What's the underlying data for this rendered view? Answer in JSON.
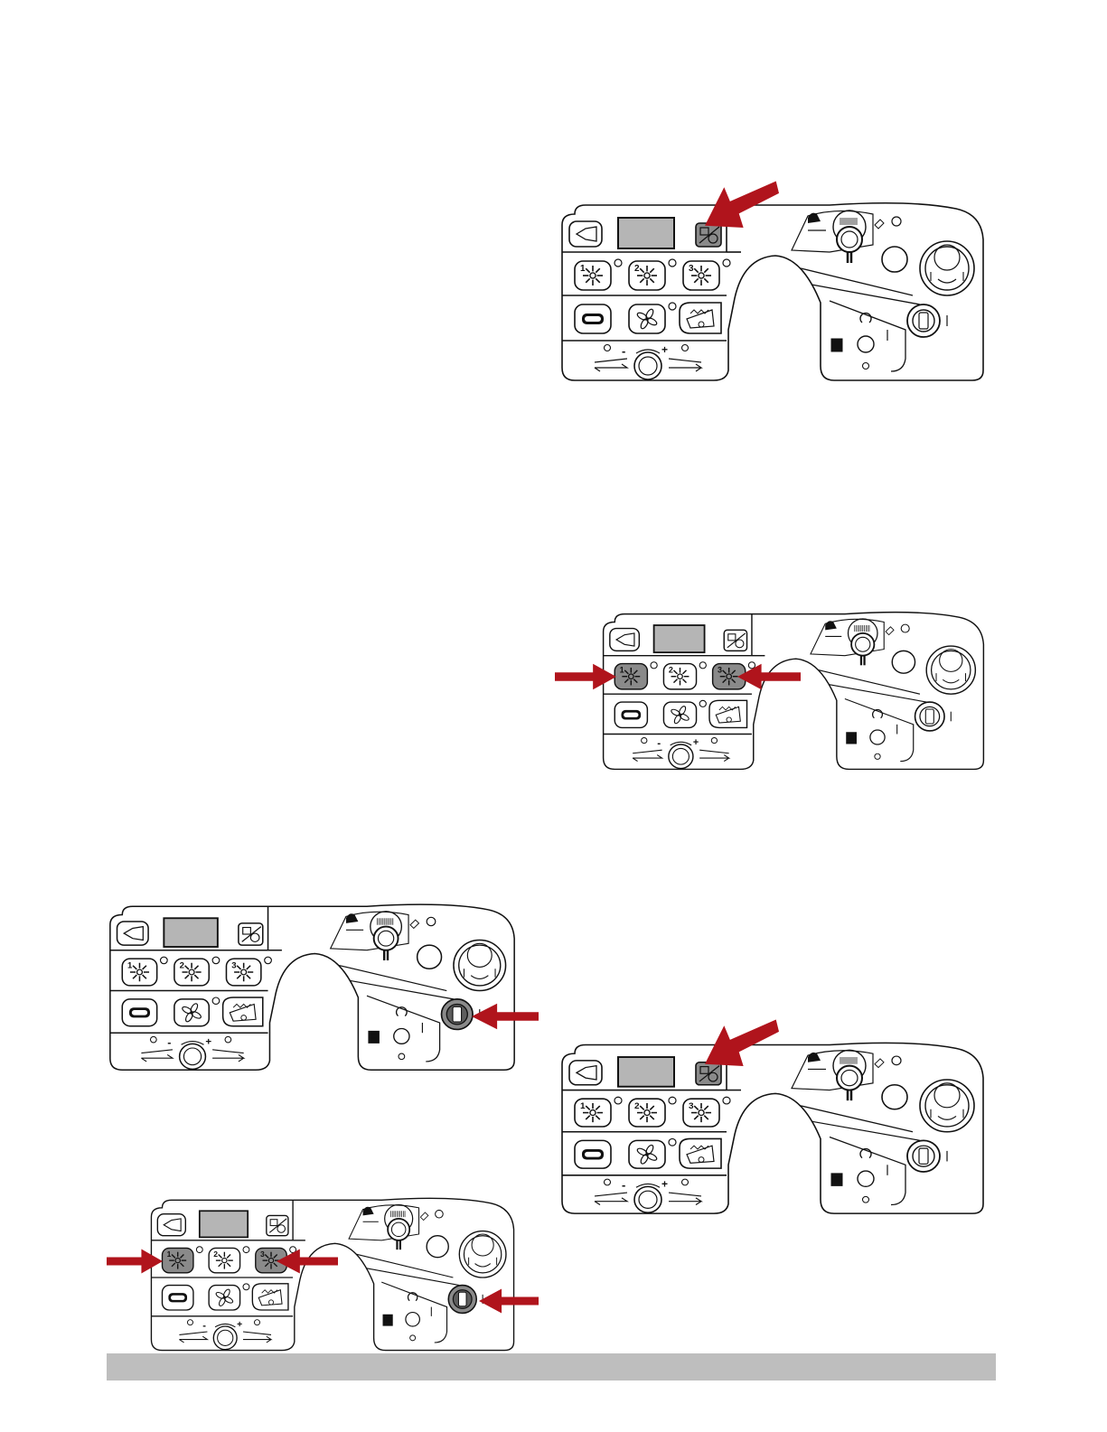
{
  "colors": {
    "arrow": "#b0141c",
    "highlight": "#8a8a8a",
    "display": "#b5b5b5",
    "footer_bar": "#bebebe",
    "line": "#111111"
  },
  "icons": {
    "horn": "horn-icon",
    "display": "lcd-display",
    "settings": "vacuum-delay-icon",
    "brush_pressure": "sun-brush-pressure-icon",
    "squeegee": "squeegee-icon",
    "fan": "vacuum-fan-icon",
    "detergent": "detergent-icon",
    "speed_knob": "speed-control-knob",
    "direction_switch": "direction-switch-icon",
    "key_switch": "key-switch-icon",
    "emergency_stop": "emergency-stop-button",
    "hour_meter": "reset-icon"
  },
  "brush_levels": [
    "1",
    "2",
    "3"
  ],
  "speed_signs": {
    "minus": "-",
    "plus": "+"
  },
  "panels": [
    {
      "id": "panel-1",
      "highlight_settings": true,
      "highlight_brush": [],
      "highlight_key": false
    },
    {
      "id": "panel-2",
      "highlight_settings": false,
      "highlight_brush": [
        1,
        3
      ],
      "highlight_key": false
    },
    {
      "id": "panel-3",
      "highlight_settings": false,
      "highlight_brush": [],
      "highlight_key": true
    },
    {
      "id": "panel-4",
      "highlight_settings": true,
      "highlight_brush": [],
      "highlight_key": false
    },
    {
      "id": "panel-5",
      "highlight_settings": false,
      "highlight_brush": [
        1,
        3
      ],
      "highlight_key": true
    }
  ]
}
